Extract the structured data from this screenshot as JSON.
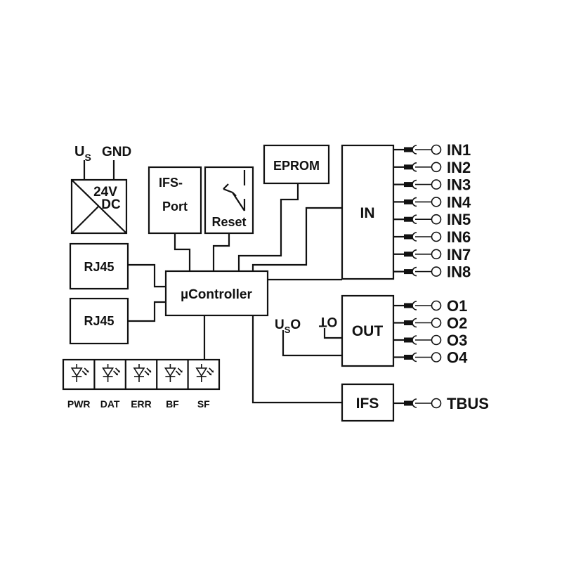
{
  "power": {
    "us_label": "U",
    "us_sub": "S",
    "gnd_label": "GND",
    "voltage_line1": "24V",
    "voltage_line2": "DC"
  },
  "blocks": {
    "ifs_port_line1": "IFS-",
    "ifs_port_line2": "Port",
    "reset": "Reset",
    "eprom": "EPROM",
    "in": "IN",
    "rj45_1": "RJ45",
    "rj45_2": "RJ45",
    "controller": "µController",
    "out": "OUT",
    "ifs": "IFS"
  },
  "supply": {
    "uso_u": "U",
    "uso_sub": "S",
    "uso_o": "O",
    "ot_label": "OT"
  },
  "inputs": [
    "IN1",
    "IN2",
    "IN3",
    "IN4",
    "IN5",
    "IN6",
    "IN7",
    "IN8"
  ],
  "outputs": [
    "O1",
    "O2",
    "O3",
    "O4"
  ],
  "bus_label": "TBUS",
  "leds": [
    "PWR",
    "DAT",
    "ERR",
    "BF",
    "SF"
  ]
}
